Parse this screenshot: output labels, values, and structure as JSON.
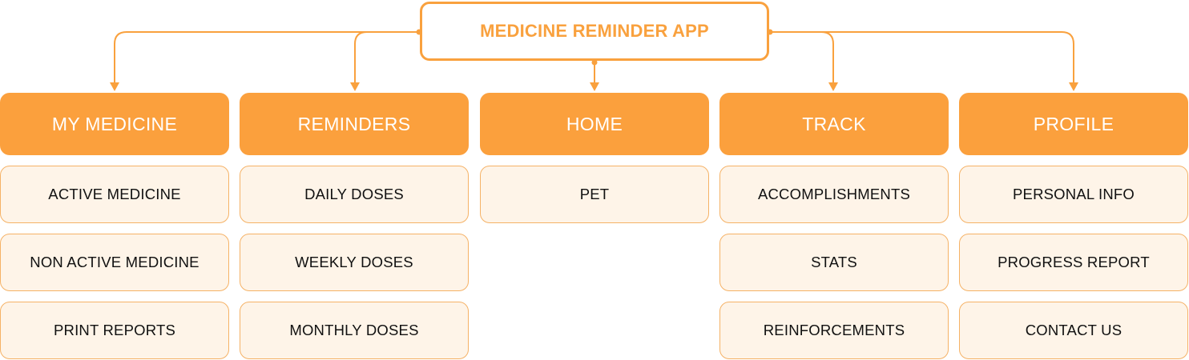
{
  "root": {
    "label": "MEDICINE REMINDER APP"
  },
  "columns": [
    {
      "title": "MY MEDICINE",
      "items": [
        "ACTIVE MEDICINE",
        "NON ACTIVE MEDICINE",
        "PRINT REPORTS"
      ]
    },
    {
      "title": "REMINDERS",
      "items": [
        "DAILY DOSES",
        "WEEKLY DOSES",
        "MONTHLY DOSES"
      ]
    },
    {
      "title": "HOME",
      "items": [
        "PET"
      ]
    },
    {
      "title": "TRACK",
      "items": [
        "ACCOMPLISHMENTS",
        "STATS",
        "REINFORCEMENTS"
      ]
    },
    {
      "title": "PROFILE",
      "items": [
        "PERSONAL INFO",
        "PROGRESS REPORT",
        "CONTACT US"
      ]
    }
  ],
  "colors": {
    "accent": "#FBA03D",
    "item_fill": "#FEF4E8",
    "item_border": "#F5B266",
    "connector": "#F9A13E"
  }
}
